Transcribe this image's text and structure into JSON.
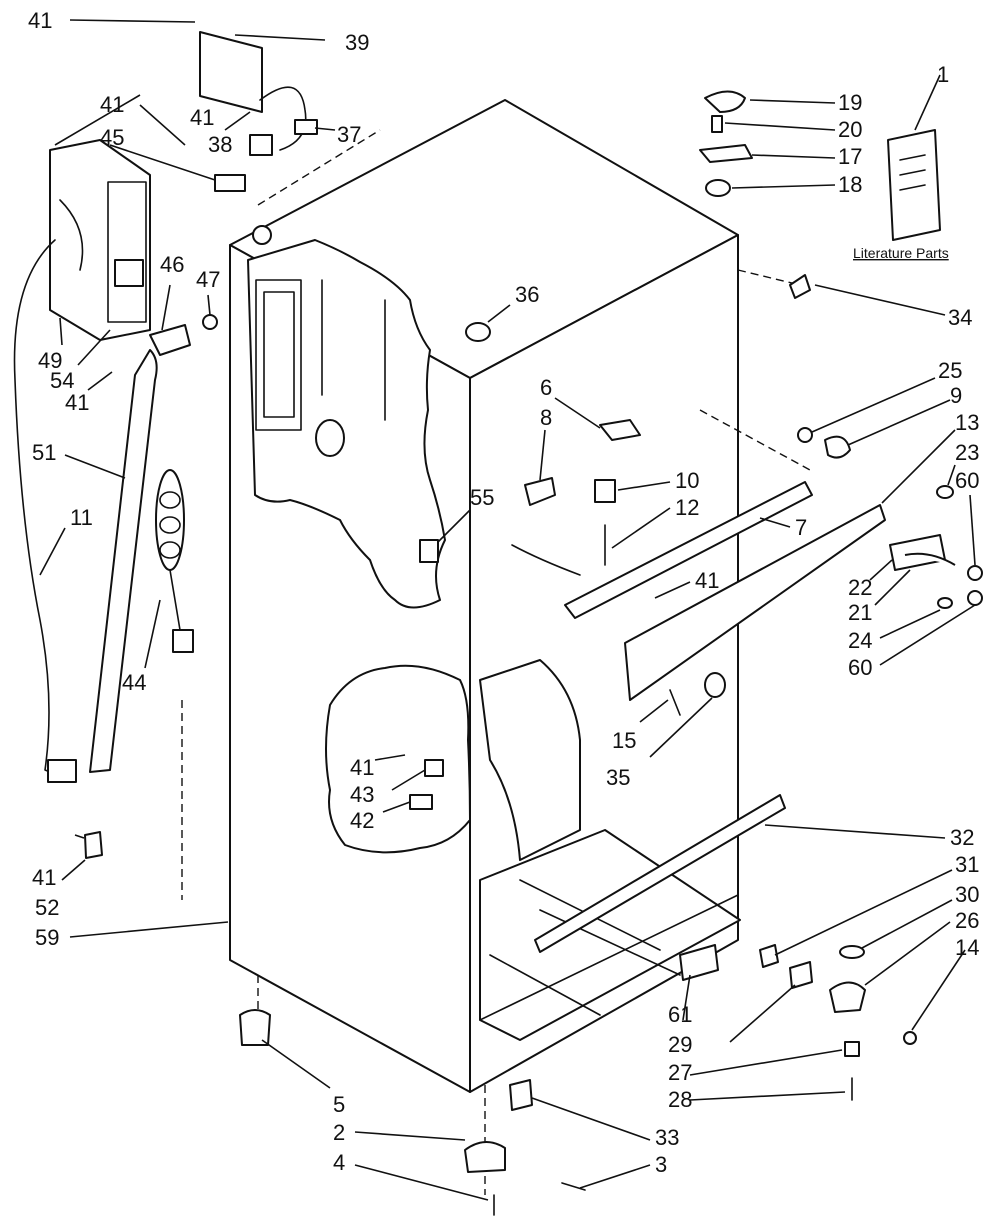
{
  "diagram": {
    "literature_label": "Literature Parts",
    "callouts": [
      {
        "id": "c41a",
        "label": "41"
      },
      {
        "id": "c39",
        "label": "39"
      },
      {
        "id": "c41b",
        "label": "41"
      },
      {
        "id": "c41c",
        "label": "41"
      },
      {
        "id": "c45",
        "label": "45"
      },
      {
        "id": "c38",
        "label": "38"
      },
      {
        "id": "c37",
        "label": "37"
      },
      {
        "id": "c46",
        "label": "46"
      },
      {
        "id": "c47",
        "label": "47"
      },
      {
        "id": "c49",
        "label": "49"
      },
      {
        "id": "c54",
        "label": "54"
      },
      {
        "id": "c41d",
        "label": "41"
      },
      {
        "id": "c51",
        "label": "51"
      },
      {
        "id": "c11",
        "label": "11"
      },
      {
        "id": "c44",
        "label": "44"
      },
      {
        "id": "c41e",
        "label": "41"
      },
      {
        "id": "c52",
        "label": "52"
      },
      {
        "id": "c59",
        "label": "59"
      },
      {
        "id": "c36",
        "label": "36"
      },
      {
        "id": "c55",
        "label": "55"
      },
      {
        "id": "c6",
        "label": "6"
      },
      {
        "id": "c8",
        "label": "8"
      },
      {
        "id": "c10",
        "label": "10"
      },
      {
        "id": "c12",
        "label": "12"
      },
      {
        "id": "c7",
        "label": "7"
      },
      {
        "id": "c41f",
        "label": "41"
      },
      {
        "id": "c41g",
        "label": "41"
      },
      {
        "id": "c43",
        "label": "43"
      },
      {
        "id": "c42",
        "label": "42"
      },
      {
        "id": "c15",
        "label": "15"
      },
      {
        "id": "c35",
        "label": "35"
      },
      {
        "id": "c19",
        "label": "19"
      },
      {
        "id": "c20",
        "label": "20"
      },
      {
        "id": "c17",
        "label": "17"
      },
      {
        "id": "c18",
        "label": "18"
      },
      {
        "id": "c1",
        "label": "1"
      },
      {
        "id": "c34",
        "label": "34"
      },
      {
        "id": "c25",
        "label": "25"
      },
      {
        "id": "c9",
        "label": "9"
      },
      {
        "id": "c13",
        "label": "13"
      },
      {
        "id": "c23",
        "label": "23"
      },
      {
        "id": "c60a",
        "label": "60"
      },
      {
        "id": "c22",
        "label": "22"
      },
      {
        "id": "c21",
        "label": "21"
      },
      {
        "id": "c24",
        "label": "24"
      },
      {
        "id": "c60b",
        "label": "60"
      },
      {
        "id": "c32",
        "label": "32"
      },
      {
        "id": "c31",
        "label": "31"
      },
      {
        "id": "c30",
        "label": "30"
      },
      {
        "id": "c26",
        "label": "26"
      },
      {
        "id": "c14",
        "label": "14"
      },
      {
        "id": "c61",
        "label": "61"
      },
      {
        "id": "c29",
        "label": "29"
      },
      {
        "id": "c27",
        "label": "27"
      },
      {
        "id": "c28",
        "label": "28"
      },
      {
        "id": "c5",
        "label": "5"
      },
      {
        "id": "c2",
        "label": "2"
      },
      {
        "id": "c4",
        "label": "4"
      },
      {
        "id": "c33",
        "label": "33"
      },
      {
        "id": "c3",
        "label": "3"
      }
    ]
  }
}
